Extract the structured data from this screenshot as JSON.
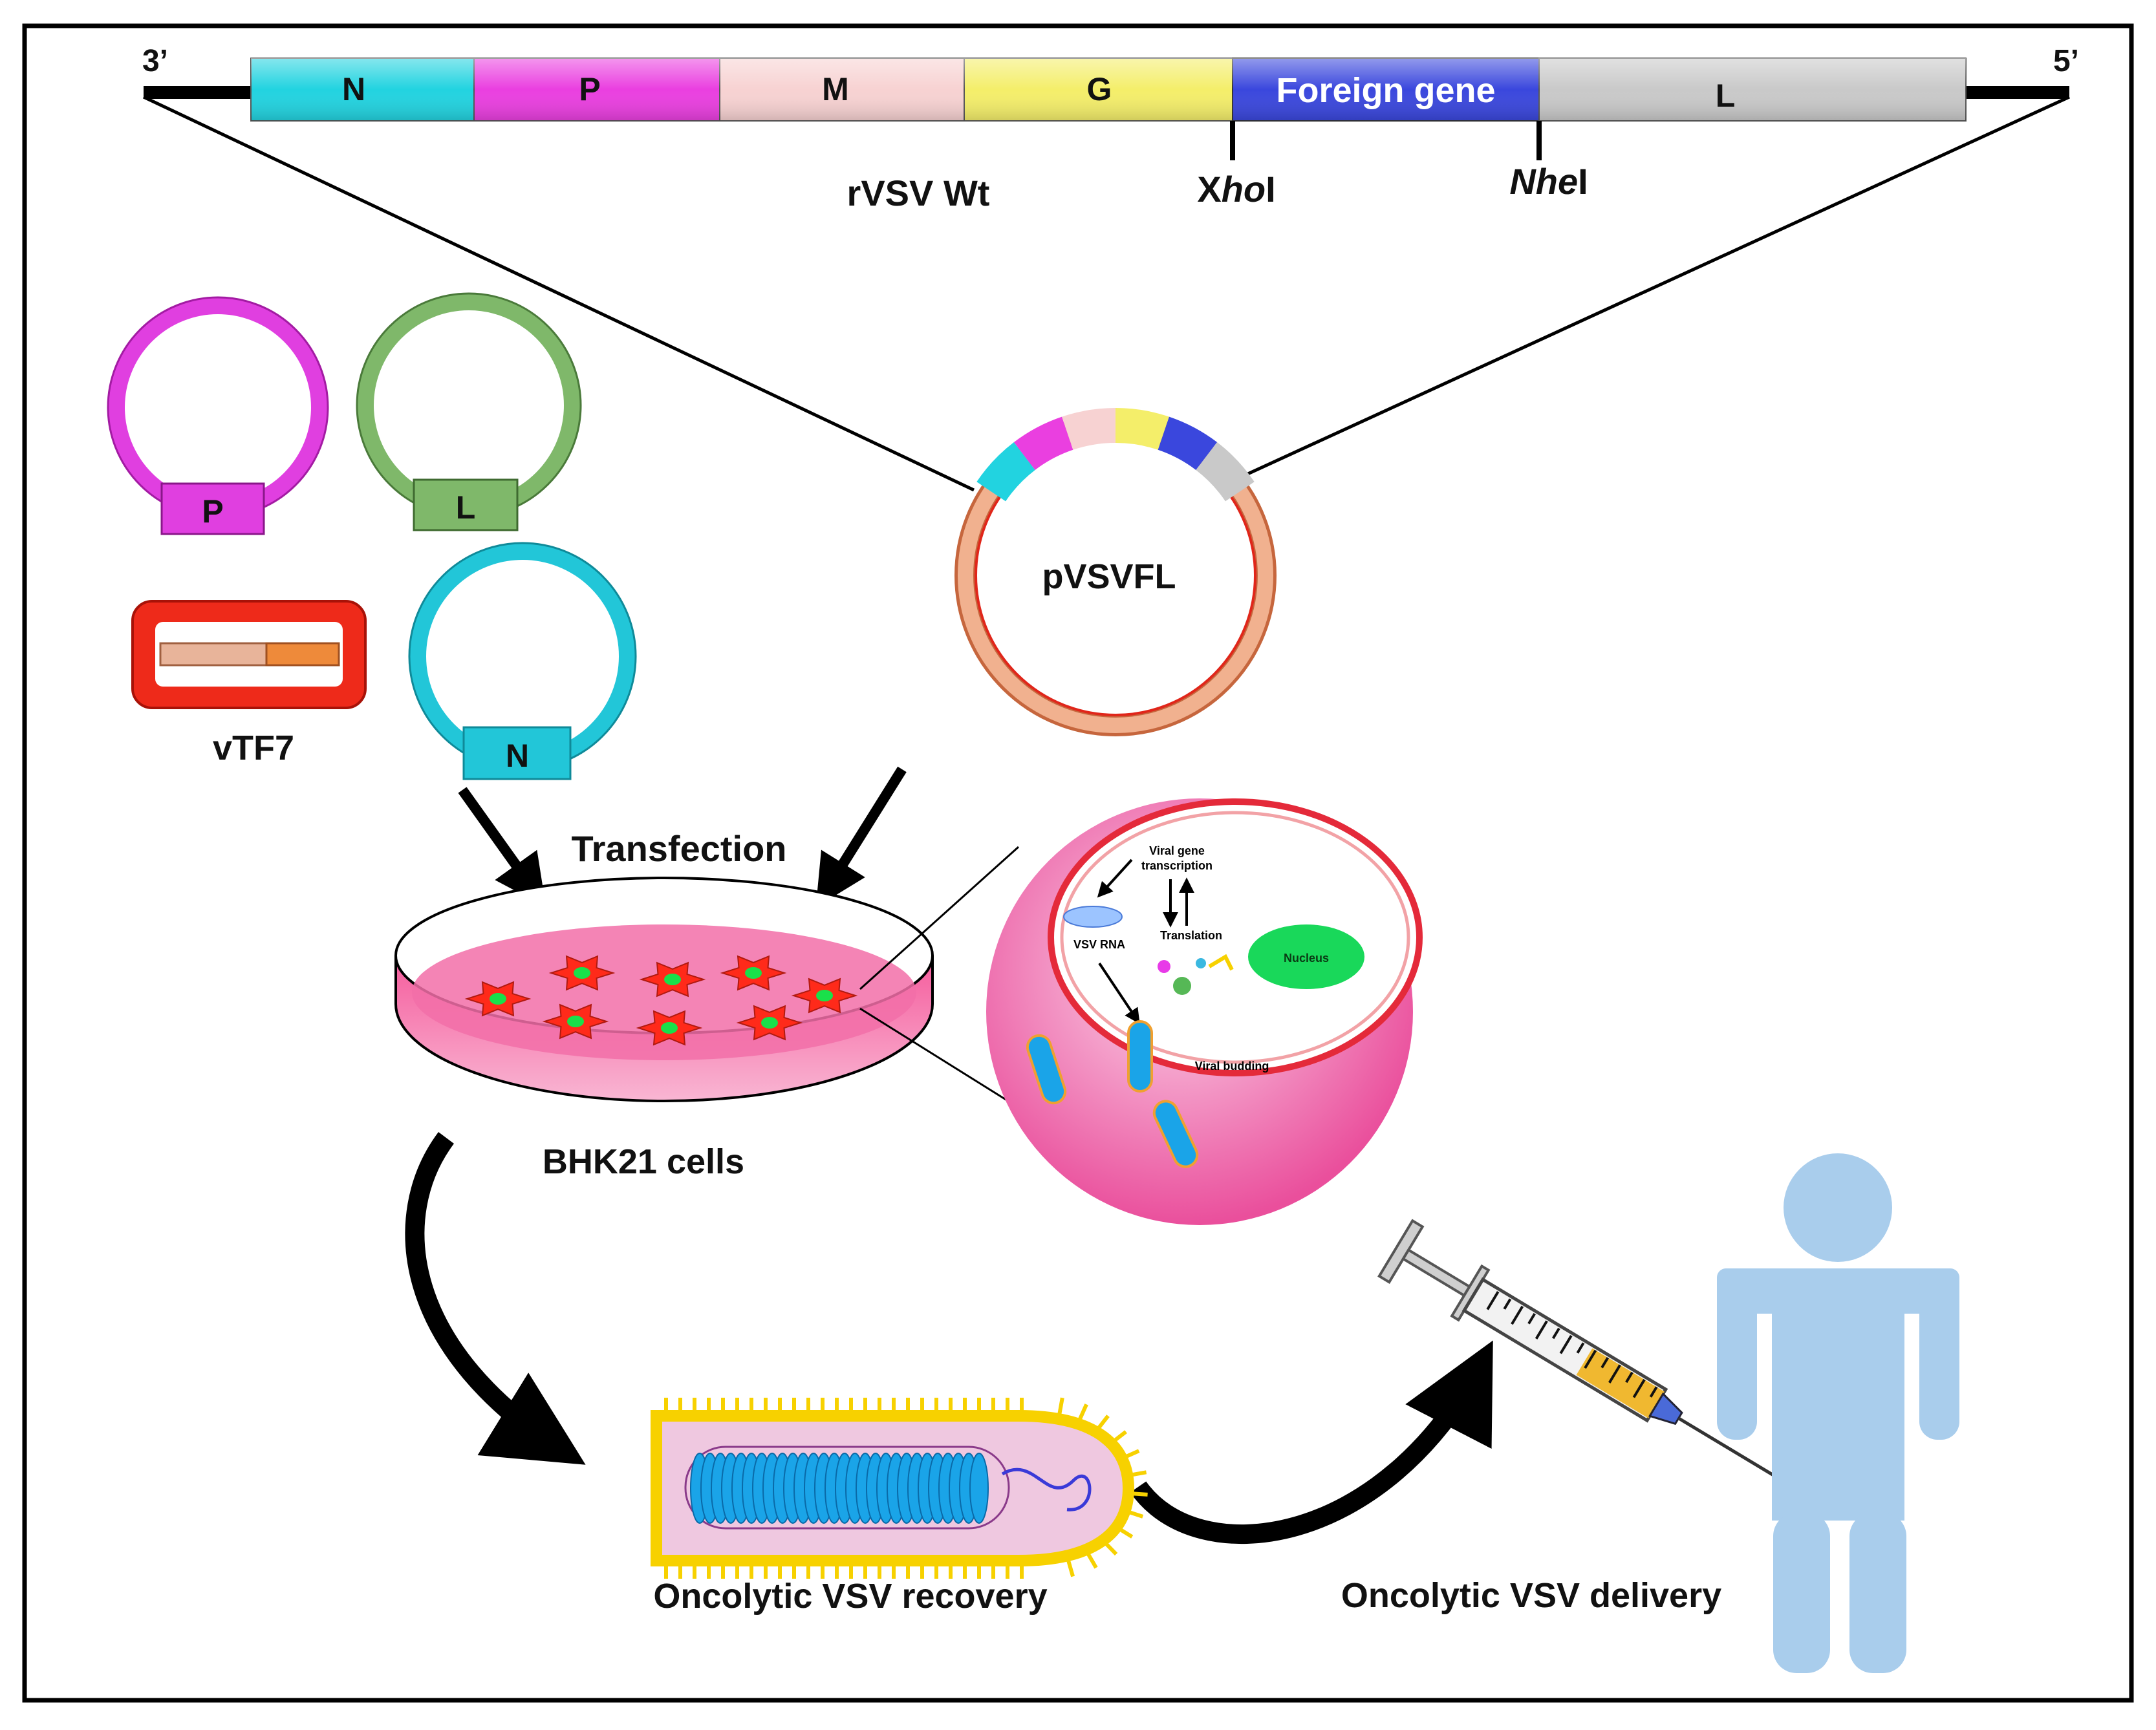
{
  "genome": {
    "end_left": "3’",
    "end_right": "5’",
    "segments": [
      {
        "label": "N",
        "color": "#22d3e0"
      },
      {
        "label": "P",
        "color": "#ea3fe0"
      },
      {
        "label": "M",
        "color": "#f7d2d2"
      },
      {
        "label": "G",
        "color": "#f4ee6a"
      },
      {
        "label": "Foreign gene",
        "color": "#3a47dd"
      },
      {
        "label": "L",
        "color": "#c9c9c9"
      }
    ],
    "name": "rVSV Wt",
    "site_xho_a": "X",
    "site_xho_b": "ho",
    "site_xho_c": "I",
    "site_nhe_a": "Nhe",
    "site_nhe_b": "I"
  },
  "plasmids": {
    "p_label": "P",
    "l_label": "L",
    "n_label": "N",
    "vtf7_label": "vTF7",
    "pvsvfl_label": "pVSVFL"
  },
  "process": {
    "transfection": "Transfection",
    "cells": "BHK21 cells",
    "recovery": "Oncolytic VSV recovery",
    "delivery": "Oncolytic VSV delivery"
  },
  "cell_inset": {
    "transcription_1": "Viral gene",
    "transcription_2": "transcription",
    "rna": "VSV RNA",
    "translation": "Translation",
    "nucleus": "Nucleus",
    "budding": "Viral budding"
  },
  "colors": {
    "p_plasmid": "#e03fe0",
    "l_plasmid": "#7fb86a",
    "n_plasmid": "#22c6d8",
    "vtf7_border": "#ee2a1a",
    "pvsvfl_ring": "#e9a07c",
    "dish_fill": "#f26fa8",
    "cell_red": "#ff2a1a",
    "cell_green": "#19e04a",
    "inset_pink": "#ee5aa6",
    "human": "#a9cdec",
    "virion_blue": "#1aa4e8",
    "virion_yellow": "#f7d100"
  }
}
